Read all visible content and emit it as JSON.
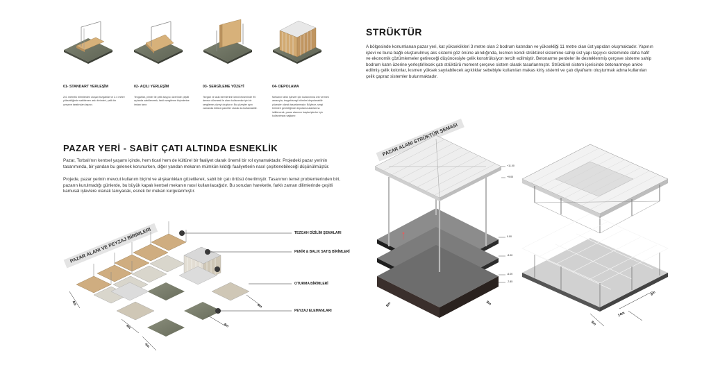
{
  "modules": [
    {
      "title": "01- STANDART YERLEŞİM",
      "text": "2x1 metrelik birimlerden oluşan tezgahlar ve 2.4 metre yüksekliğinde sabitlenen askı birimleri, çelik bir çerçeve tarafından taşınır."
    },
    {
      "title": "02- AÇILI YERLEŞİM",
      "text": "Tezgahlar, pimler ile çelik taşıyıcı üzerinde çeşitli açılarda sabitlenerek, farklı sergileme biçimlerine imkan tanır."
    },
    {
      "title": "03- SERGİLEME YÜZEYİ",
      "text": "Tezgah ve askı birimlerinin kendi ekseninde 90 derece dönmesi ile alanı kullanımlar için bir sergileme yüzeyi oluşturur. Bu yüzeyler aynı zamanda bölücü paneller olarak da kullanılabilir."
    },
    {
      "title": "04- DEPOLAMA",
      "text": "Mekanın farklı işlevler için kullanımına izin vermek amacıyla, tezgah/sergi birimleri depolanabilir yüzeyler olarak tasarlanmıştır. Böylece, sergi birimleri gerektiğinde depolama alanlarına istiflenerek, pazar alanının başka işlevler için kullanılması sağlanır."
    }
  ],
  "left_section": {
    "title": "PAZAR YERİ - SABİT ÇATI ALTINDA ESNEKLİK",
    "p1": "Pazar, Torbalı'nın kentsel yaşamı içinde, hem ticari hem de kültürel bir faaliyet olarak önemli bir rol oynamaktadır. Projedeki pazar yerinin tasarımında, bir yandan bu gelenek korunurken, diğer yandan mekanın mümkün kıldığı faaliyetlerin nasıl çeşitlenebileceği düşünülmüştür.",
    "p2": "Projede, pazar yerinin mevcut kullanım biçimi ve alışkanlıkları gözetilerek, sabit bir çatı örtüsü önerilmiştir. Tasarımın temel problemlerinden biri, pazarın kurulmadığı günlerde, bu büyük kapalı kentsel mekanın nasıl kullanılacağıdır. Bu sorudan hareketle, farklı zaman dilimlerinde çeşitli kamusal işlevlere olanak tanıyacak, esnek bir mekan kurgulanmıştır."
  },
  "pazar_band": "PAZAR ALANI VE PEYZAJ BİRİMLERİ",
  "legend": [
    "TEZGAH DİZİLİM ŞEMALARI",
    "PENİR & BALIK SATIŞ BİRİMLERİ",
    "OTURMA BİRİMLERİ",
    "PEYZAJ ELEMANLARI"
  ],
  "pazar_dims": [
    "4m",
    "4m",
    "4m",
    "4m",
    "4m"
  ],
  "struktur": {
    "title": "STRÜKTÜR",
    "text": "A bölgesinde konumlanan pazar yeri, kat yükseklikleri 3 metre olan 2 bodrum katından ve yüksekliği 11 metre olan üst yapıdan oluşmaktadır. Yapının işlevi ve buna bağlı oluşturulmuş aks sistemi göz önüne alındığında, kısmen kendi strüktürel sistemine sahip üst yapı taşıyıcı sisteminde daha hafif ve ekonomik çözümlemeler getireceği düşüncesiyle çelik konstrüksiyon tercih edilmiştir. Betonarme perdeler ile desteklenmiş çerçeve sisteme sahip bodrum katın üzerine yerleştirilecek çatı strüktürü moment çerçeve sistem olarak tasarlanmıştır. Strüktürel sistem içerisinde betonarmeye ankre edilmiş çelik kolonlar, kısmen yüksek sayılabilecek açıklıklar sebebiyle kullanılan makas kiriş sistemi ve çatı diyaframı oluşturmak adına kullanılan çelik çapraz sistemler bulunmaktadır."
  },
  "struktur_band": "PAZAR ALANI STRÜKTÜR ŞEMASI",
  "levels": [
    "+11.00",
    "+9.00",
    "0.00",
    "-3.00",
    "-6.00",
    "-7.85"
  ],
  "struktur_dims": [
    "8m",
    "8m"
  ],
  "roof_dims": [
    "24m",
    "8m",
    "8m"
  ]
}
